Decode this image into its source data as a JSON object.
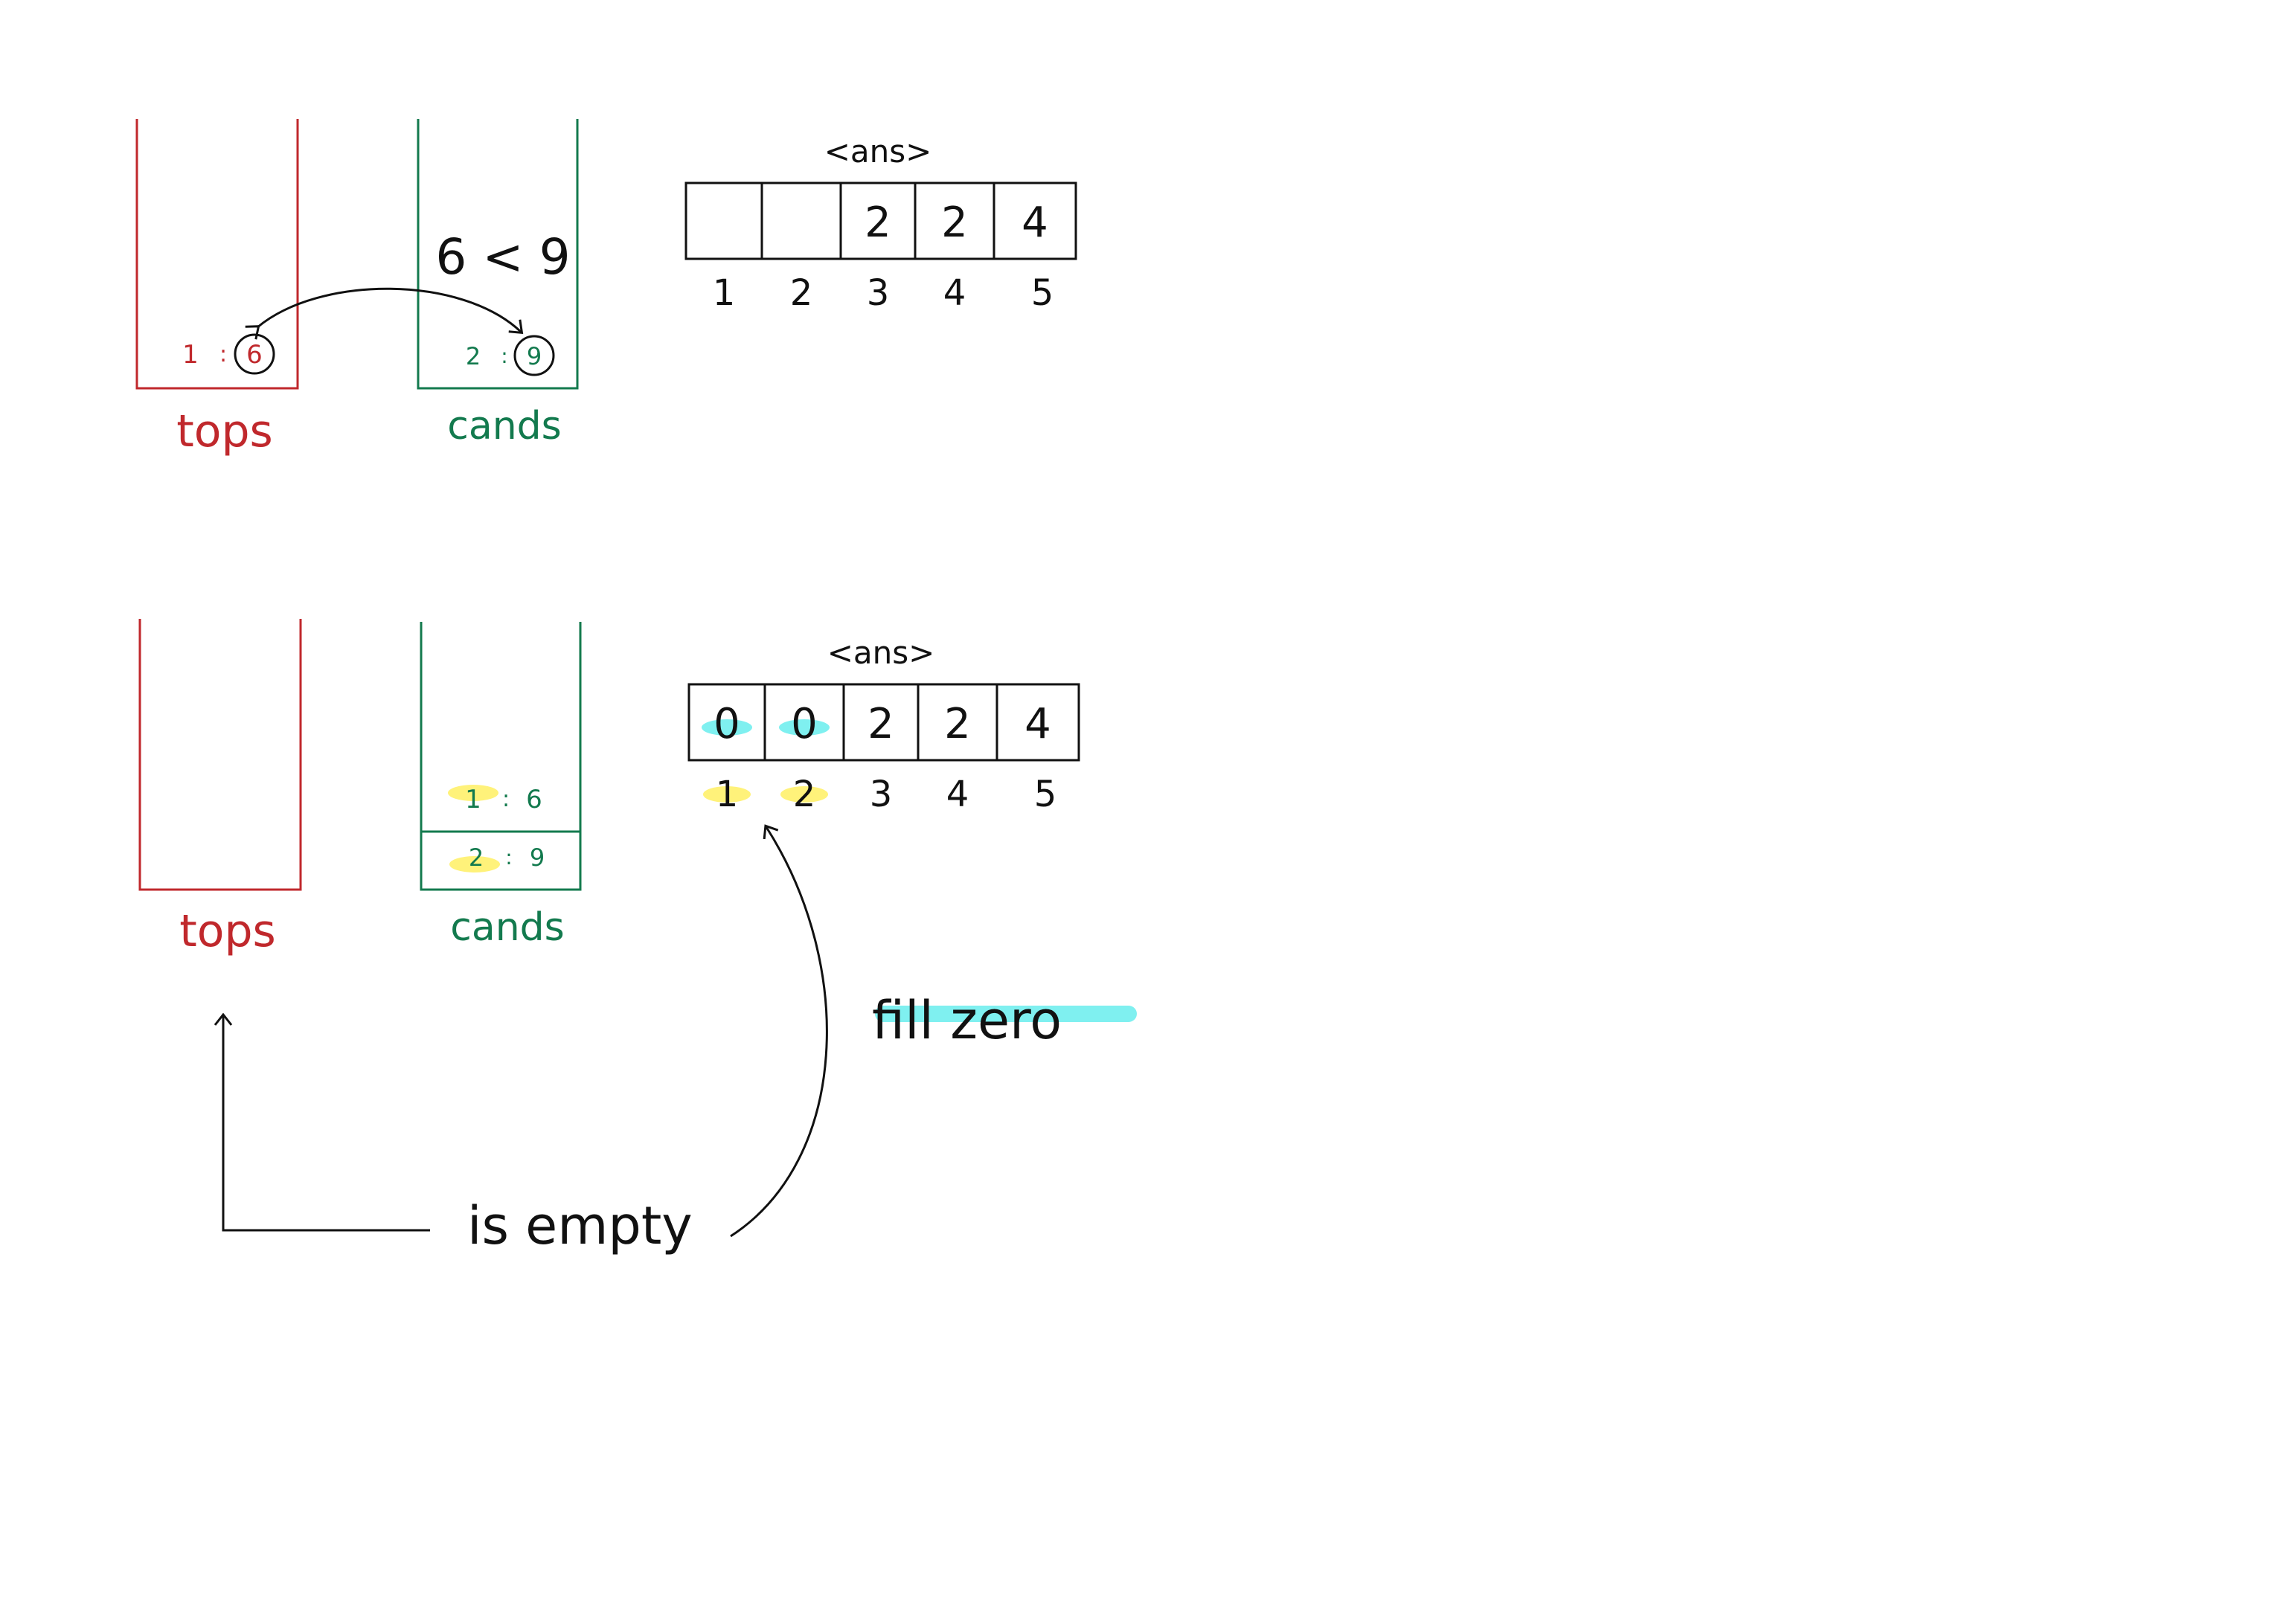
{
  "colors": {
    "tops": "#c0282c",
    "cands": "#137a4e",
    "ink": "#111111",
    "cyan_highlight": "#7ff0f0",
    "yellow_highlight": "#fff27a"
  },
  "panel1": {
    "tops_label": "tops",
    "cands_label": "cands",
    "tops_entry": {
      "index": "1",
      "sep": ":",
      "value": "6"
    },
    "cands_entry": {
      "index": "2",
      "sep": ":",
      "value": "9"
    },
    "comparison": "6 < 9",
    "ans_title": "<ans>",
    "ans_cells": [
      "",
      "",
      "2",
      "2",
      "4"
    ],
    "ans_indices": [
      "1",
      "2",
      "3",
      "4",
      "5"
    ]
  },
  "panel2": {
    "tops_label": "tops",
    "cands_label": "cands",
    "cands_entries": [
      {
        "index": "1",
        "sep": ":",
        "value": "6"
      },
      {
        "index": "2",
        "sep": ":",
        "value": "9"
      }
    ],
    "ans_title": "<ans>",
    "ans_cells": [
      "0",
      "0",
      "2",
      "2",
      "4"
    ],
    "ans_indices": [
      "1",
      "2",
      "3",
      "4",
      "5"
    ],
    "is_empty_note": "is empty",
    "fill_note": "fill zero"
  }
}
